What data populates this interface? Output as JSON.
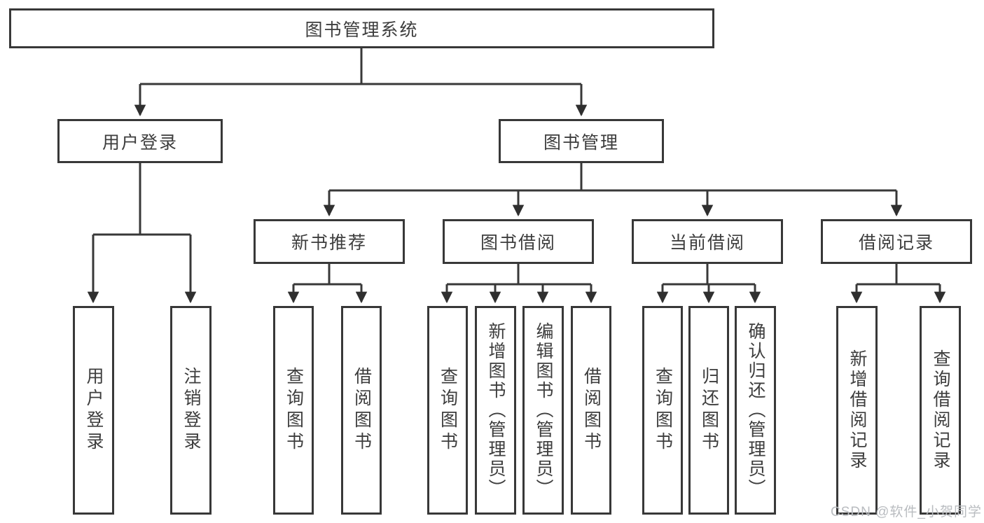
{
  "watermark": "CSDN @软件_小贺同学",
  "nodes": {
    "root": "图书管理系统",
    "userLogin": "用户登录",
    "bookMgmt": "图书管理",
    "newBookRec": "新书推荐",
    "bookBorrow": "图书借阅",
    "currentBorrow": "当前借阅",
    "borrowRecords": "借阅记录",
    "leafUserLogin": "用户登录",
    "leafLogout": "注销登录",
    "leafQueryBooksA": "查询图书",
    "leafBorrowBooksA": "借阅图书",
    "leafQueryBooksB": "查询图书",
    "leafAddBooks": "新增图书（管理员）",
    "leafEditBooks": "编辑图书（管理员）",
    "leafBorrowBooksB": "借阅图书",
    "leafQueryBooksC": "查询图书",
    "leafReturnBooks": "归还图书",
    "leafConfirmReturn": "确认归还（管理员）",
    "leafAddBorrowRecord": "新增借阅记录",
    "leafQueryBorrowRecord": "查询借阅记录"
  },
  "hierarchy": {
    "图书管理系统": {
      "用户登录": [
        "用户登录",
        "注销登录"
      ],
      "图书管理": {
        "新书推荐": [
          "查询图书",
          "借阅图书"
        ],
        "图书借阅": [
          "查询图书",
          "新增图书（管理员）",
          "编辑图书（管理员）",
          "借阅图书"
        ],
        "当前借阅": [
          "查询图书",
          "归还图书",
          "确认归还（管理员）"
        ],
        "借阅记录": [
          "新增借阅记录",
          "查询借阅记录"
        ]
      }
    }
  },
  "colors": {
    "line": "#383838",
    "text": "#3d3d3d",
    "watermark": "#b9bcc0",
    "background": "#ffffff"
  }
}
